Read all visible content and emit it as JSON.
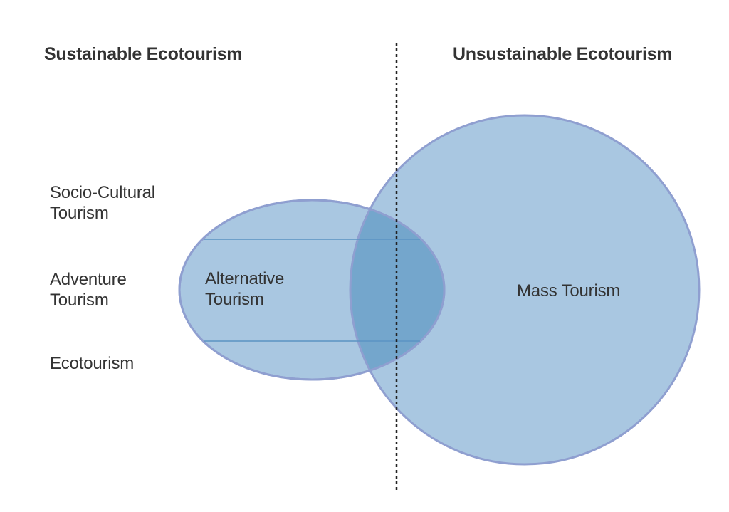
{
  "headings": {
    "left": "Sustainable Ecotourism",
    "right": "Unsustainable Ecotourism"
  },
  "side_labels": {
    "socio_cultural": [
      "Socio-Cultural",
      "Tourism"
    ],
    "adventure": [
      "Adventure",
      "Tourism"
    ],
    "ecotourism": [
      "Ecotourism"
    ]
  },
  "shapes": {
    "alternative": [
      "Alternative",
      "Tourism"
    ],
    "mass": "Mass Tourism"
  },
  "colors": {
    "fill": "#a9c7e1",
    "stroke": "#8f9fd0",
    "overlap": "#74a6cc",
    "band_line": "#5b93c3",
    "divider": "#222222",
    "text": "#333333"
  }
}
